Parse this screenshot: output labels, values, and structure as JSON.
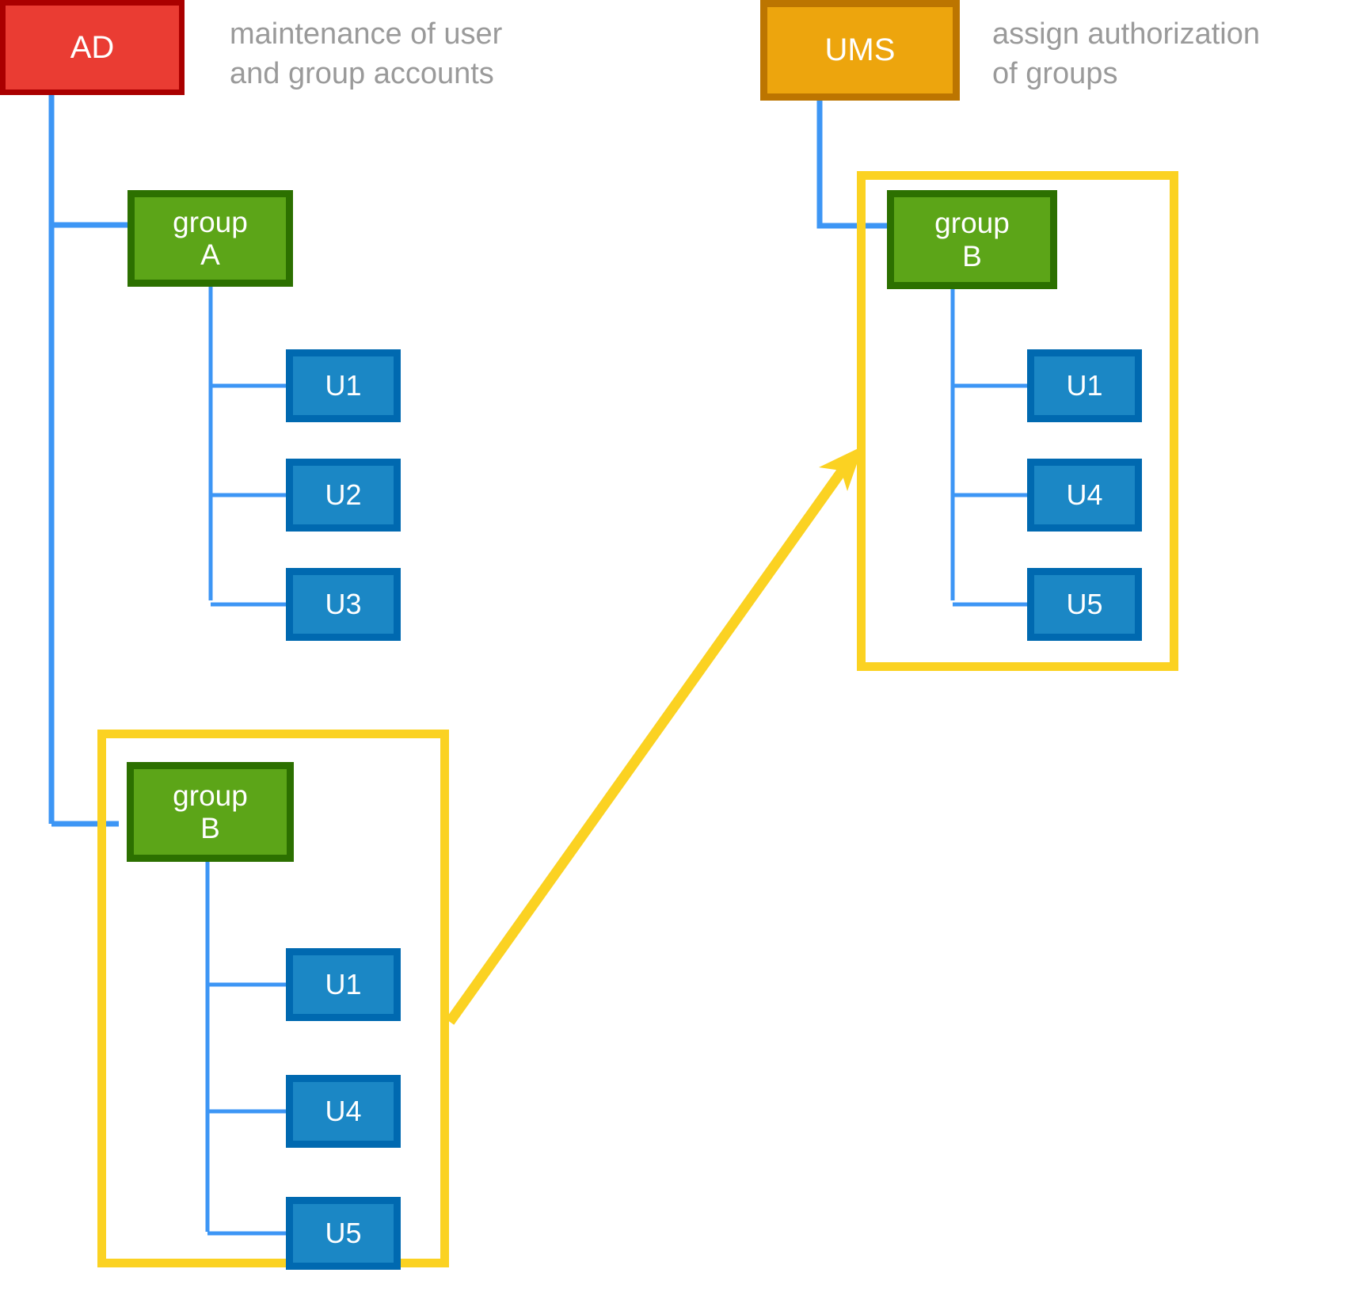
{
  "diagram": {
    "title": "AD and UMS group membership diagram",
    "colors": {
      "ad_fill": "#ea3c33",
      "ad_border": "#aa0000",
      "ums_fill": "#eda50d",
      "ums_border": "#bc7500",
      "group_fill": "#5ca518",
      "group_border": "#2c7000",
      "user_fill": "#1b87c5",
      "user_border": "#0069b0",
      "connector": "#3d96f5",
      "highlight": "#fbd222",
      "caption_text": "#9a9a9a"
    }
  },
  "left": {
    "system": {
      "label": "AD"
    },
    "caption": "maintenance of user\nand group accounts",
    "group_a": {
      "label": "group\nA"
    },
    "group_a_members": [
      {
        "label": "U1"
      },
      {
        "label": "U2"
      },
      {
        "label": "U3"
      }
    ],
    "group_b": {
      "label": "group\nB"
    },
    "group_b_members": [
      {
        "label": "U1"
      },
      {
        "label": "U4"
      },
      {
        "label": "U5"
      }
    ]
  },
  "right": {
    "system": {
      "label": "UMS"
    },
    "caption": "assign authorization\nof groups",
    "group_b": {
      "label": "group\nB"
    },
    "group_b_members": [
      {
        "label": "U1"
      },
      {
        "label": "U4"
      },
      {
        "label": "U5"
      }
    ]
  }
}
